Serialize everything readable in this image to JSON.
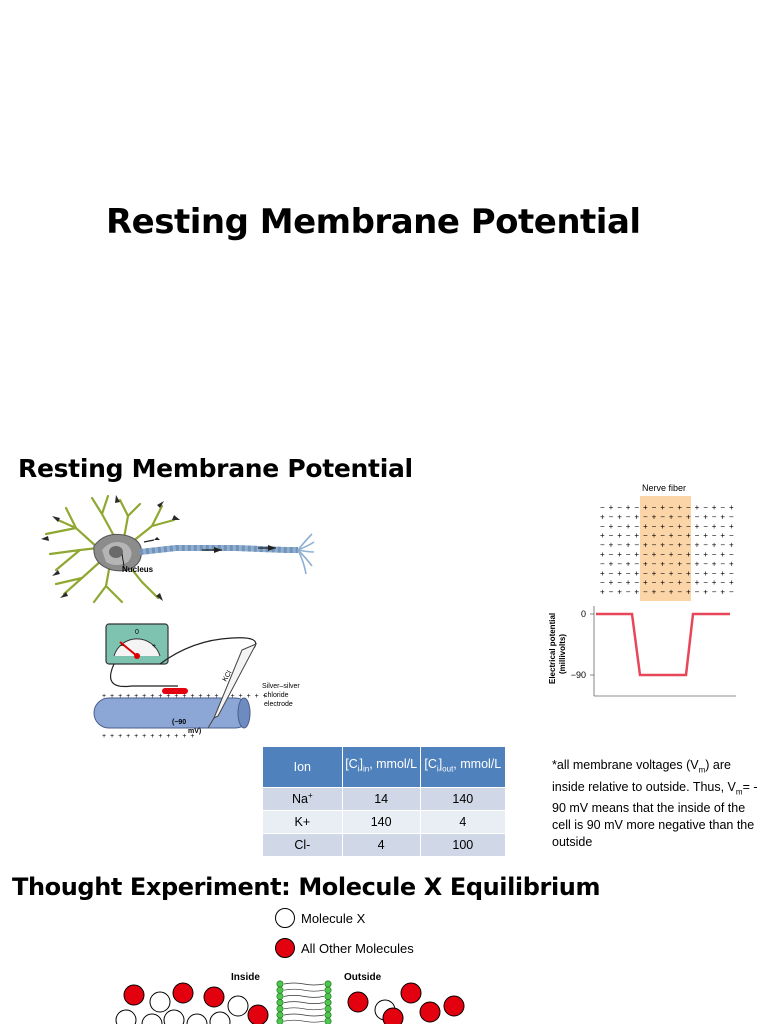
{
  "slide1": {
    "title": "Resting Membrane Potential"
  },
  "slide2": {
    "title": "Resting Membrane Potential",
    "neuron": {
      "nucleus_label": "Nucleus"
    },
    "electrode": {
      "gauge_zero": "0",
      "electrode_label": [
        "Silver–silver",
        "chloride",
        "electrode"
      ],
      "kcl_label": "KCl",
      "reading_label": [
        "(−90",
        "mV)"
      ]
    },
    "nerve_chart": {
      "title": "Nerve fiber",
      "ylabel": [
        "Electrical potential",
        "(millivolts)"
      ],
      "ticks": [
        "0",
        "−90"
      ]
    },
    "table": {
      "headers": {
        "ion": "Ion",
        "cin_main": "[C",
        "cin_sub": "i",
        "cin_sub2": "in",
        "cin_unit": ", mmol/L",
        "cout_main": "[C",
        "cout_sub": "i",
        "cout_sub2": "out",
        "cout_unit": ", mmol/L"
      },
      "rows": [
        {
          "ion": "Na",
          "ion_sup": "+",
          "cin": "14",
          "cout": "140"
        },
        {
          "ion": "K+",
          "ion_sup": "",
          "cin": "140",
          "cout": "4"
        },
        {
          "ion": "Cl-",
          "ion_sup": "",
          "cin": "4",
          "cout": "100"
        }
      ]
    },
    "note": {
      "p1": "*all membrane voltages (V",
      "p1_sub": "m",
      "p2": ") are inside relative to outside.  Thus, V",
      "p2_sub": "m",
      "p3": "= - 90 mV means that the inside of the cell is 90 mV more negative than the outside"
    }
  },
  "slide3": {
    "title": "Thought Experiment:  Molecule X Equilibrium",
    "legend": {
      "molecule_x": "Molecule X",
      "other": "All Other Molecules"
    },
    "inside_label": "Inside",
    "outside_label": "Outside"
  },
  "colors": {
    "table_header": "#4f81bd",
    "red": "#e3000f",
    "fiber_band": "#fbd5a8",
    "plot_line": "#e8475a"
  }
}
